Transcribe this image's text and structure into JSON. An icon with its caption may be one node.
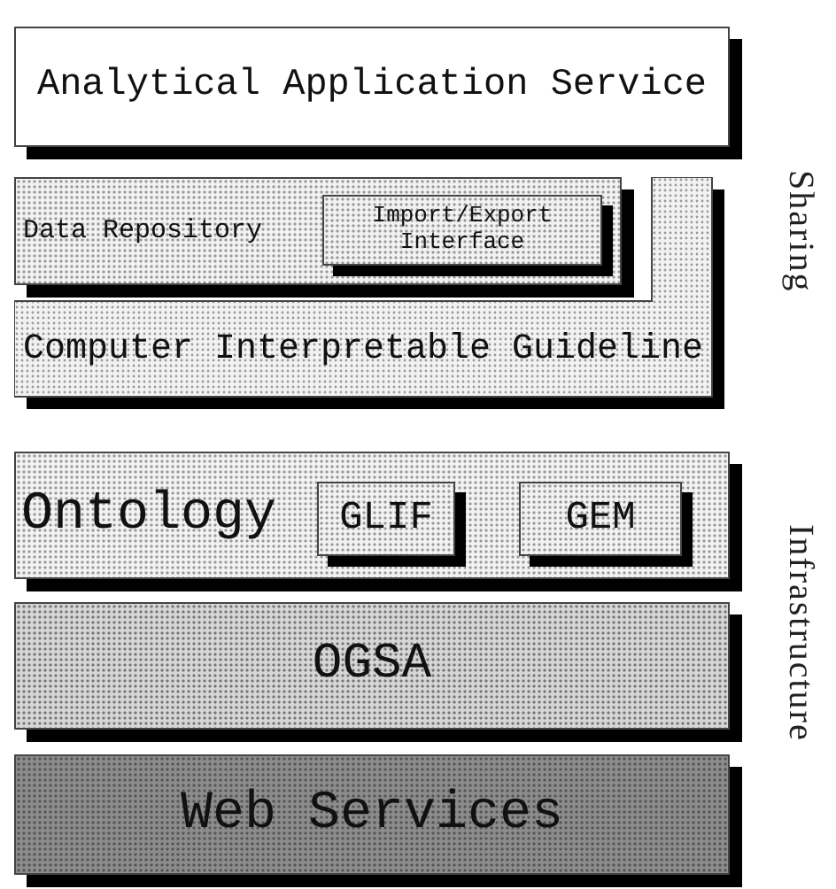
{
  "diagram": {
    "nodes": [
      {
        "text": [
          "Analytical Application Service"
        ]
      },
      {
        "text": [
          "Data Repository"
        ]
      },
      {
        "text": [
          "Import/Export Interface"
        ],
        "in": 1
      },
      {
        "text": [
          "Computer Interpretable Guideline"
        ]
      },
      {
        "text": [
          "Ontology"
        ]
      },
      {
        "text": [
          "GLIF"
        ],
        "in": 4
      },
      {
        "text": [
          "GEM"
        ],
        "in": 4
      },
      {
        "text": [
          "OGSA"
        ]
      },
      {
        "text": [
          "Web Services"
        ]
      }
    ],
    "labels": [
      "Sharing",
      "Infrastructure"
    ]
  }
}
